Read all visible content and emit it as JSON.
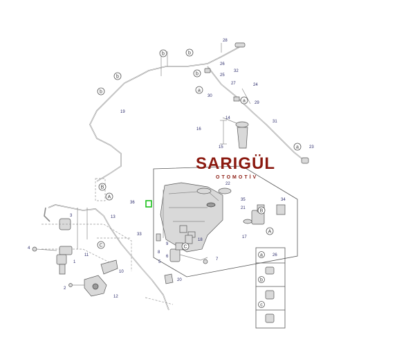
{
  "brand": {
    "name": "SARIGÜL",
    "subtitle": "OTOMOTİV"
  },
  "labels": [
    "28",
    "32",
    "25",
    "26",
    "30",
    "27",
    "24",
    "29",
    "19",
    "31",
    "14",
    "16",
    "15",
    "23",
    "22",
    "21",
    "36",
    "35",
    "34",
    "13",
    "17",
    "18",
    "33",
    "9",
    "8",
    "5",
    "4",
    "3",
    "11",
    "10",
    "12",
    "1",
    "2",
    "6",
    "7",
    "20"
  ],
  "callouts": [
    "b",
    "b",
    "b",
    "b",
    "b",
    "a",
    "a",
    "a",
    "B",
    "B",
    "A",
    "C",
    "C",
    "A",
    "a",
    "b",
    "c"
  ],
  "legend": {
    "rows": [
      {
        "letter": "a",
        "part_no": "26"
      },
      {
        "letter": "b",
        "part_no": ""
      },
      {
        "letter": "c",
        "part_no": ""
      }
    ]
  }
}
